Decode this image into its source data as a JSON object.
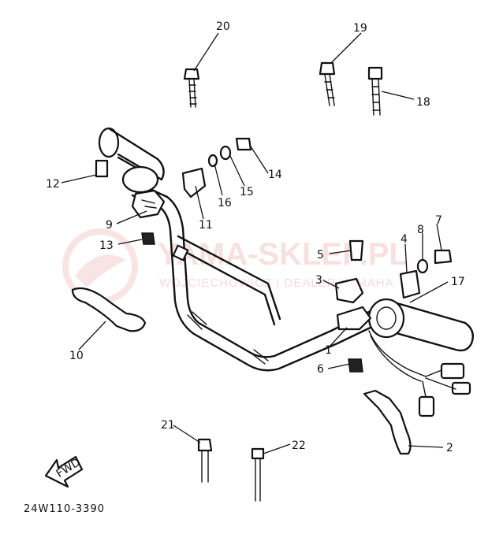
{
  "diagram": {
    "drawing_code": "24W110-3390",
    "fwd_label": "FWD",
    "watermark": {
      "brand": "YAMA-SKLEP.PL",
      "owner": "WOJCIECHOWICZ I DEALER YAMAHA"
    },
    "callouts": [
      "1",
      "2",
      "3",
      "4",
      "5",
      "6",
      "7",
      "8",
      "9",
      "10",
      "11",
      "12",
      "13",
      "14",
      "15",
      "16",
      "17",
      "18",
      "19",
      "20",
      "21",
      "22"
    ]
  }
}
